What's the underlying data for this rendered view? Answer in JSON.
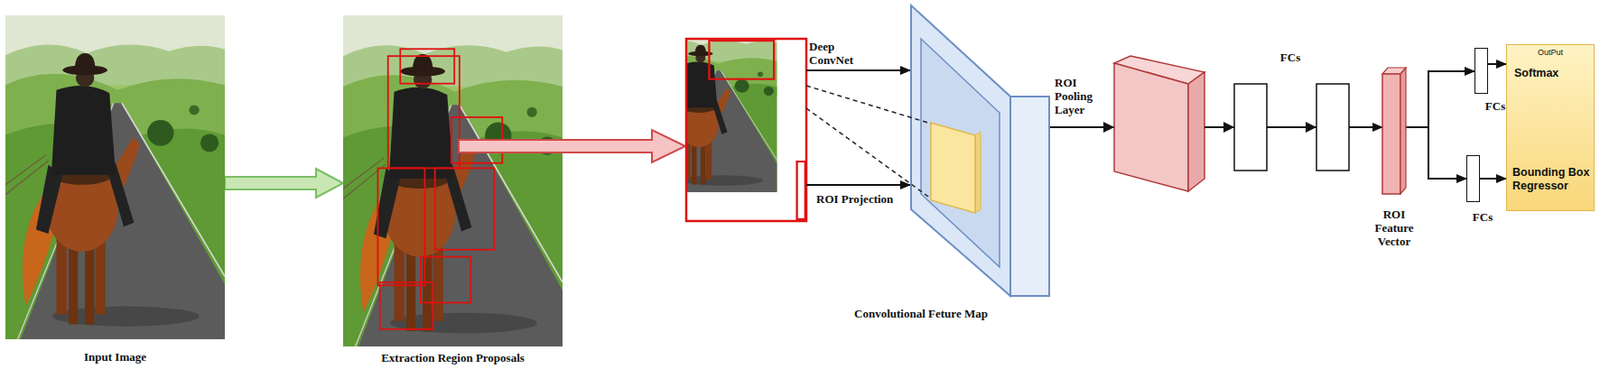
{
  "diagram": {
    "nodes": [
      {
        "text": [
          "Input Image"
        ]
      },
      {
        "text": [
          "Extraction Region Proposals"
        ]
      },
      {
        "text": [
          "Convolutional Feture Map"
        ]
      },
      {
        "text": [
          "ROI Feature Vector"
        ]
      },
      {
        "text": [
          "FCs"
        ]
      },
      {
        "text": [
          "FCs"
        ]
      },
      {
        "text": [
          "OutPut",
          "Softmax",
          "Bounding Box Regressor"
        ]
      }
    ],
    "edges": [
      {
        "from": 0,
        "to": 1,
        "arrow": "to"
      },
      {
        "from": 2,
        "to": 3,
        "label": "ROI Pooling Layer",
        "arrow": "to"
      },
      {
        "from": 3,
        "to": 4,
        "arrow": "to"
      },
      {
        "from": 3,
        "to": 5,
        "arrow": "to"
      },
      {
        "from": 4,
        "to": 6,
        "arrow": "to"
      },
      {
        "from": 5,
        "to": 6,
        "arrow": "to"
      }
    ],
    "labels": [
      "Deep ConvNet",
      "ROI Projection",
      "FCs"
    ]
  }
}
